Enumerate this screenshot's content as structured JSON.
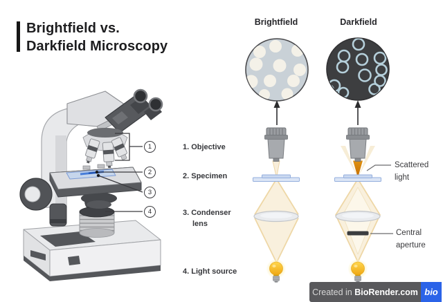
{
  "title": {
    "line1": "Brightfield vs.",
    "line2": "Darkfield Microscopy"
  },
  "columns": {
    "brightfield": "Brightfield",
    "darkfield": "Darkfield"
  },
  "steps": {
    "s1": "1. Objective",
    "s2": "2. Specimen",
    "s3a": "3. Condenser",
    "s3b": "lens",
    "s4": "4. Light source"
  },
  "callouts": {
    "c1": "1",
    "c2": "2",
    "c3": "3",
    "c4": "4"
  },
  "annotations": {
    "scattered_l1": "Scattered",
    "scattered_l2": "light",
    "aperture_l1": "Central",
    "aperture_l2": "aperture"
  },
  "watermark": {
    "prefix": "Created in ",
    "brand": "BioRender.com",
    "logo": "bio"
  },
  "colors": {
    "light_beam": "#f9f0dd",
    "beam_edge": "#eed7a6",
    "scattered_orange": "#d88407",
    "bulb_yellow": "#fcc419",
    "brightfield_bg": "#c9d1d7",
    "brightfield_cell": "#f4f1e8",
    "darkfield_bg": "#3d3e40",
    "darkfield_ring": "#b5cfda",
    "watermark_bar": "#59595c",
    "watermark_blue": "#2b63e8"
  }
}
